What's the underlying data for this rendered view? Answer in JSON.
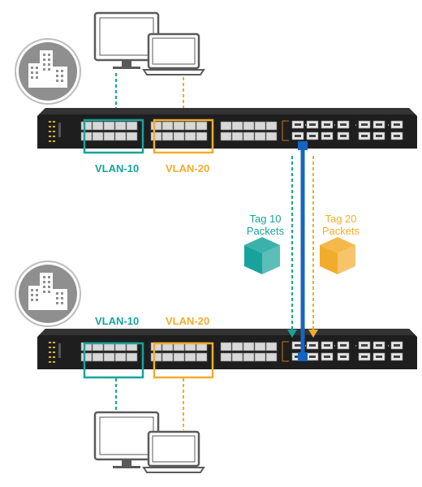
{
  "colors": {
    "vlan10": "#17a39b",
    "vlan20": "#f2ac2c",
    "trunk": "#1565c0",
    "switch_body": "#1e1e1e",
    "building_bg": "#8f8f8f",
    "monitor_gray": "#cfd2d6"
  },
  "top_switch": {
    "group_a_label": "VLAN-10",
    "group_b_label": "VLAN-20"
  },
  "bottom_switch": {
    "group_a_label": "VLAN-10",
    "group_b_label": "VLAN-20"
  },
  "packets": {
    "tag10": {
      "line1": "Tag 10",
      "line2": "Packets"
    },
    "tag20": {
      "line1": "Tag 20",
      "line2": "Packets"
    }
  },
  "icons": {
    "building": "office-building-icon",
    "desktop": "desktop-monitor-icon",
    "laptop": "laptop-icon",
    "packet": "packet-box-icon"
  }
}
